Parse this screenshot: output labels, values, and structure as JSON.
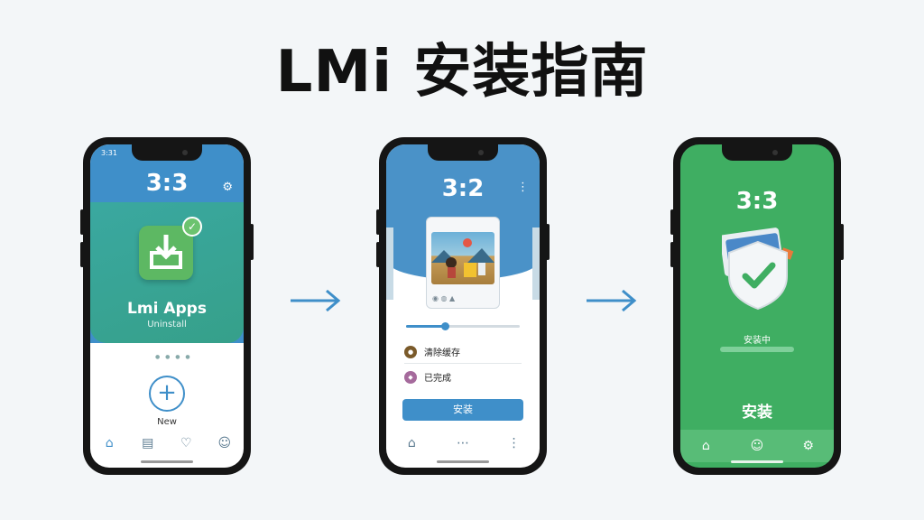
{
  "headline": "LMi 安装指南",
  "phone1": {
    "status_time": "3:31",
    "clock": "3:3",
    "settings_icon": "gear-icon",
    "app_name": "Lmi Apps",
    "app_subtitle": "Uninstall",
    "add_button": "+",
    "new_label": "New",
    "nav": [
      "home-icon",
      "list-icon",
      "heart-icon",
      "user-icon"
    ]
  },
  "phone2": {
    "clock": "3:2",
    "menu_icon": "more-vertical-icon",
    "progress": 0.34,
    "rows": [
      {
        "label": "清除缓存",
        "icon": "circle-icon",
        "color": "#7a5a2a"
      },
      {
        "label": "已完成",
        "icon": "badge-icon",
        "color": "#a56a9c"
      }
    ],
    "button_label": "安装",
    "nav": [
      "home-icon",
      "more-horizontal-icon",
      "more-vertical-icon"
    ]
  },
  "phone3": {
    "clock": "3:3",
    "status_text": "安装中",
    "progress": 1.0,
    "install_label": "安装",
    "nav": [
      "home-icon",
      "face-icon",
      "gear-icon"
    ]
  },
  "colors": {
    "blue": "#3f8fc9",
    "teal": "#3aa8a0",
    "green": "#3fae62",
    "arrow": "#3f8fc9"
  }
}
